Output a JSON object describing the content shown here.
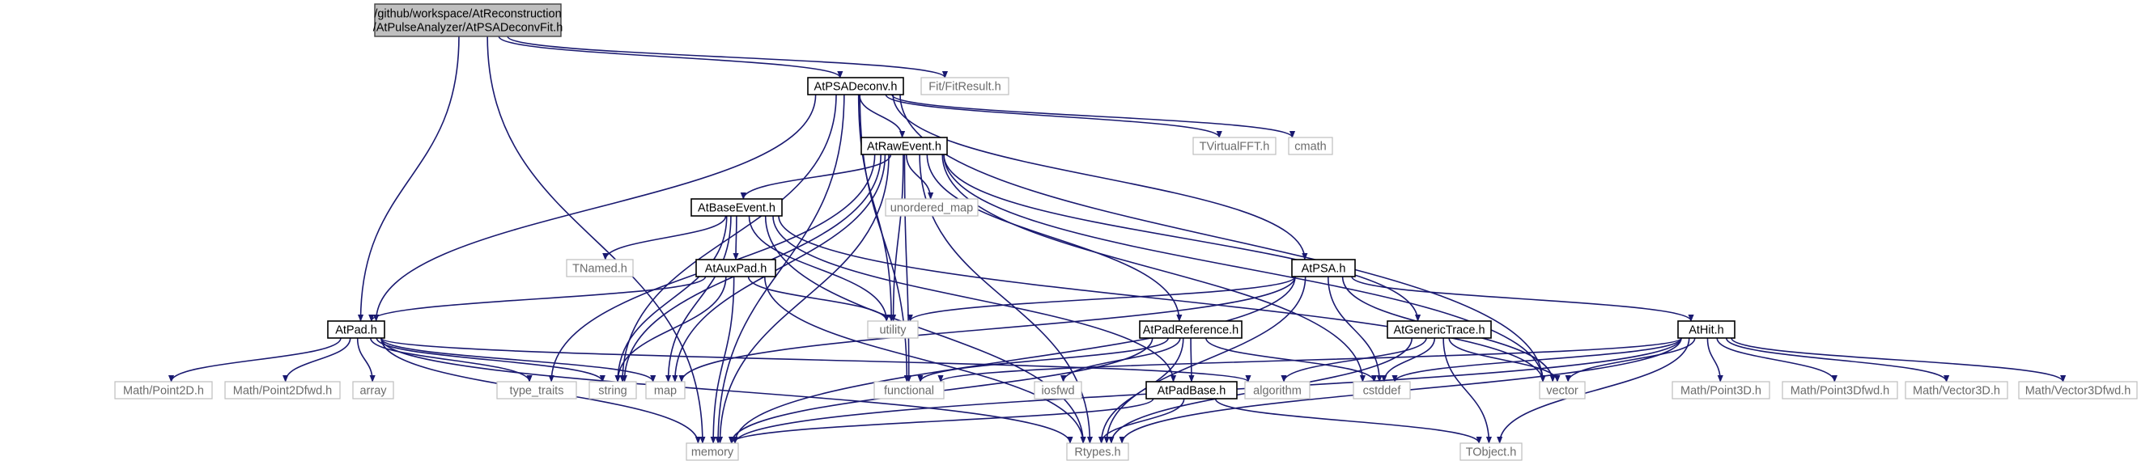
{
  "graph": {
    "nodes": [
      {
        "id": "root",
        "lines": [
          "/github/workspace/AtReconstruction",
          "/AtPulseAnalyzer/AtPSADeconvFit.h"
        ],
        "kind": "root"
      },
      {
        "id": "psadeconv",
        "lines": [
          "AtPSADeconv.h"
        ],
        "kind": "doc"
      },
      {
        "id": "fitresult",
        "lines": [
          "Fit/FitResult.h"
        ],
        "kind": "ext"
      },
      {
        "id": "rawevent",
        "lines": [
          "AtRawEvent.h"
        ],
        "kind": "doc"
      },
      {
        "id": "tvirtualfft",
        "lines": [
          "TVirtualFFT.h"
        ],
        "kind": "ext"
      },
      {
        "id": "cmath",
        "lines": [
          "cmath"
        ],
        "kind": "ext"
      },
      {
        "id": "baseevent",
        "lines": [
          "AtBaseEvent.h"
        ],
        "kind": "doc"
      },
      {
        "id": "unordered",
        "lines": [
          "unordered_map"
        ],
        "kind": "ext"
      },
      {
        "id": "tnamed",
        "lines": [
          "TNamed.h"
        ],
        "kind": "ext"
      },
      {
        "id": "auxpad",
        "lines": [
          "AtAuxPad.h"
        ],
        "kind": "doc"
      },
      {
        "id": "psa",
        "lines": [
          "AtPSA.h"
        ],
        "kind": "doc"
      },
      {
        "id": "pad",
        "lines": [
          "AtPad.h"
        ],
        "kind": "doc"
      },
      {
        "id": "utility",
        "lines": [
          "utility"
        ],
        "kind": "ext"
      },
      {
        "id": "padref",
        "lines": [
          "AtPadReference.h"
        ],
        "kind": "doc"
      },
      {
        "id": "generictrace",
        "lines": [
          "AtGenericTrace.h"
        ],
        "kind": "doc"
      },
      {
        "id": "hit",
        "lines": [
          "AtHit.h"
        ],
        "kind": "doc"
      },
      {
        "id": "point2d",
        "lines": [
          "Math/Point2D.h"
        ],
        "kind": "ext"
      },
      {
        "id": "point2dfwd",
        "lines": [
          "Math/Point2Dfwd.h"
        ],
        "kind": "ext"
      },
      {
        "id": "array",
        "lines": [
          "array"
        ],
        "kind": "ext"
      },
      {
        "id": "typetraits",
        "lines": [
          "type_traits"
        ],
        "kind": "ext"
      },
      {
        "id": "string",
        "lines": [
          "string"
        ],
        "kind": "ext"
      },
      {
        "id": "map",
        "lines": [
          "map"
        ],
        "kind": "ext"
      },
      {
        "id": "functional",
        "lines": [
          "functional"
        ],
        "kind": "ext"
      },
      {
        "id": "iosfwd",
        "lines": [
          "iosfwd"
        ],
        "kind": "ext"
      },
      {
        "id": "padbase",
        "lines": [
          "AtPadBase.h"
        ],
        "kind": "doc"
      },
      {
        "id": "algorithm",
        "lines": [
          "algorithm"
        ],
        "kind": "ext"
      },
      {
        "id": "cstddef",
        "lines": [
          "cstddef"
        ],
        "kind": "ext"
      },
      {
        "id": "vector",
        "lines": [
          "vector"
        ],
        "kind": "ext"
      },
      {
        "id": "point3d",
        "lines": [
          "Math/Point3D.h"
        ],
        "kind": "ext"
      },
      {
        "id": "point3dfwd",
        "lines": [
          "Math/Point3Dfwd.h"
        ],
        "kind": "ext"
      },
      {
        "id": "vector3d",
        "lines": [
          "Math/Vector3D.h"
        ],
        "kind": "ext"
      },
      {
        "id": "vector3dfwd",
        "lines": [
          "Math/Vector3Dfwd.h"
        ],
        "kind": "ext"
      },
      {
        "id": "memory",
        "lines": [
          "memory"
        ],
        "kind": "ext"
      },
      {
        "id": "rtypes",
        "lines": [
          "Rtypes.h"
        ],
        "kind": "ext"
      },
      {
        "id": "tobject",
        "lines": [
          "TObject.h"
        ],
        "kind": "ext"
      }
    ],
    "edges": [
      [
        "root",
        "psadeconv"
      ],
      [
        "root",
        "fitresult"
      ],
      [
        "root",
        "pad"
      ],
      [
        "root",
        "memory"
      ],
      [
        "psadeconv",
        "rawevent"
      ],
      [
        "psadeconv",
        "tvirtualfft"
      ],
      [
        "psadeconv",
        "cmath"
      ],
      [
        "psadeconv",
        "vector"
      ],
      [
        "psadeconv",
        "psa"
      ],
      [
        "psadeconv",
        "pad"
      ],
      [
        "psadeconv",
        "memory"
      ],
      [
        "psadeconv",
        "string"
      ],
      [
        "psadeconv",
        "utility"
      ],
      [
        "psadeconv",
        "functional"
      ],
      [
        "rawevent",
        "baseevent"
      ],
      [
        "rawevent",
        "unordered"
      ],
      [
        "rawevent",
        "utility"
      ],
      [
        "rawevent",
        "generictrace"
      ],
      [
        "rawevent",
        "padref"
      ],
      [
        "rawevent",
        "vector"
      ],
      [
        "rawevent",
        "cstddef"
      ],
      [
        "rawevent",
        "functional"
      ],
      [
        "rawevent",
        "rtypes"
      ],
      [
        "rawevent",
        "memory"
      ],
      [
        "rawevent",
        "string"
      ],
      [
        "rawevent",
        "map"
      ],
      [
        "rawevent",
        "typetraits"
      ],
      [
        "baseevent",
        "auxpad"
      ],
      [
        "baseevent",
        "tnamed"
      ],
      [
        "baseevent",
        "utility"
      ],
      [
        "baseevent",
        "vector"
      ],
      [
        "baseevent",
        "string"
      ],
      [
        "baseevent",
        "map"
      ],
      [
        "baseevent",
        "rtypes"
      ],
      [
        "baseevent",
        "padbase"
      ],
      [
        "auxpad",
        "pad"
      ],
      [
        "auxpad",
        "utility"
      ],
      [
        "auxpad",
        "string"
      ],
      [
        "auxpad",
        "memory"
      ],
      [
        "auxpad",
        "rtypes"
      ],
      [
        "pad",
        "point2d"
      ],
      [
        "pad",
        "point2dfwd"
      ],
      [
        "pad",
        "array"
      ],
      [
        "pad",
        "typetraits"
      ],
      [
        "pad",
        "string"
      ],
      [
        "pad",
        "map"
      ],
      [
        "pad",
        "algorithm"
      ],
      [
        "pad",
        "memory"
      ],
      [
        "pad",
        "rtypes"
      ],
      [
        "psa",
        "utility"
      ],
      [
        "psa",
        "map"
      ],
      [
        "psa",
        "hit"
      ],
      [
        "psa",
        "cstddef"
      ],
      [
        "psa",
        "vector"
      ],
      [
        "psa",
        "memory"
      ],
      [
        "psa",
        "rtypes"
      ],
      [
        "padref",
        "functional"
      ],
      [
        "padref",
        "iosfwd"
      ],
      [
        "padref",
        "padbase"
      ],
      [
        "padref",
        "cstddef"
      ],
      [
        "padref",
        "memory"
      ],
      [
        "padref",
        "rtypes"
      ],
      [
        "generictrace",
        "algorithm"
      ],
      [
        "generictrace",
        "cstddef"
      ],
      [
        "generictrace",
        "vector"
      ],
      [
        "generictrace",
        "rtypes"
      ],
      [
        "generictrace",
        "tobject"
      ],
      [
        "padbase",
        "memory"
      ],
      [
        "padbase",
        "rtypes"
      ],
      [
        "padbase",
        "tobject"
      ],
      [
        "hit",
        "cstddef"
      ],
      [
        "hit",
        "vector"
      ],
      [
        "hit",
        "point3d"
      ],
      [
        "hit",
        "point3dfwd"
      ],
      [
        "hit",
        "vector3d"
      ],
      [
        "hit",
        "vector3dfwd"
      ],
      [
        "hit",
        "functional"
      ],
      [
        "hit",
        "memory"
      ],
      [
        "hit",
        "rtypes"
      ],
      [
        "hit",
        "tobject"
      ]
    ]
  }
}
